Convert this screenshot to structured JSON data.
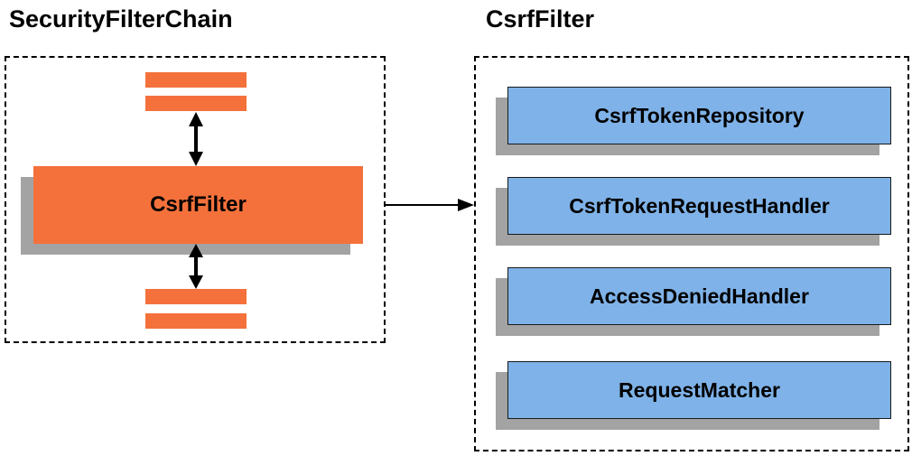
{
  "colors": {
    "orange": "#F4713B",
    "blue": "#7FB2E8",
    "shadow": "#A3A3A3",
    "border": "#000000"
  },
  "left_panel": {
    "title": "SecurityFilterChain",
    "filter_label": "CsrfFilter"
  },
  "right_panel": {
    "title": "CsrfFilter",
    "items": [
      "CsrfTokenRepository",
      "CsrfTokenRequestHandler",
      "AccessDeniedHandler",
      "RequestMatcher"
    ]
  }
}
